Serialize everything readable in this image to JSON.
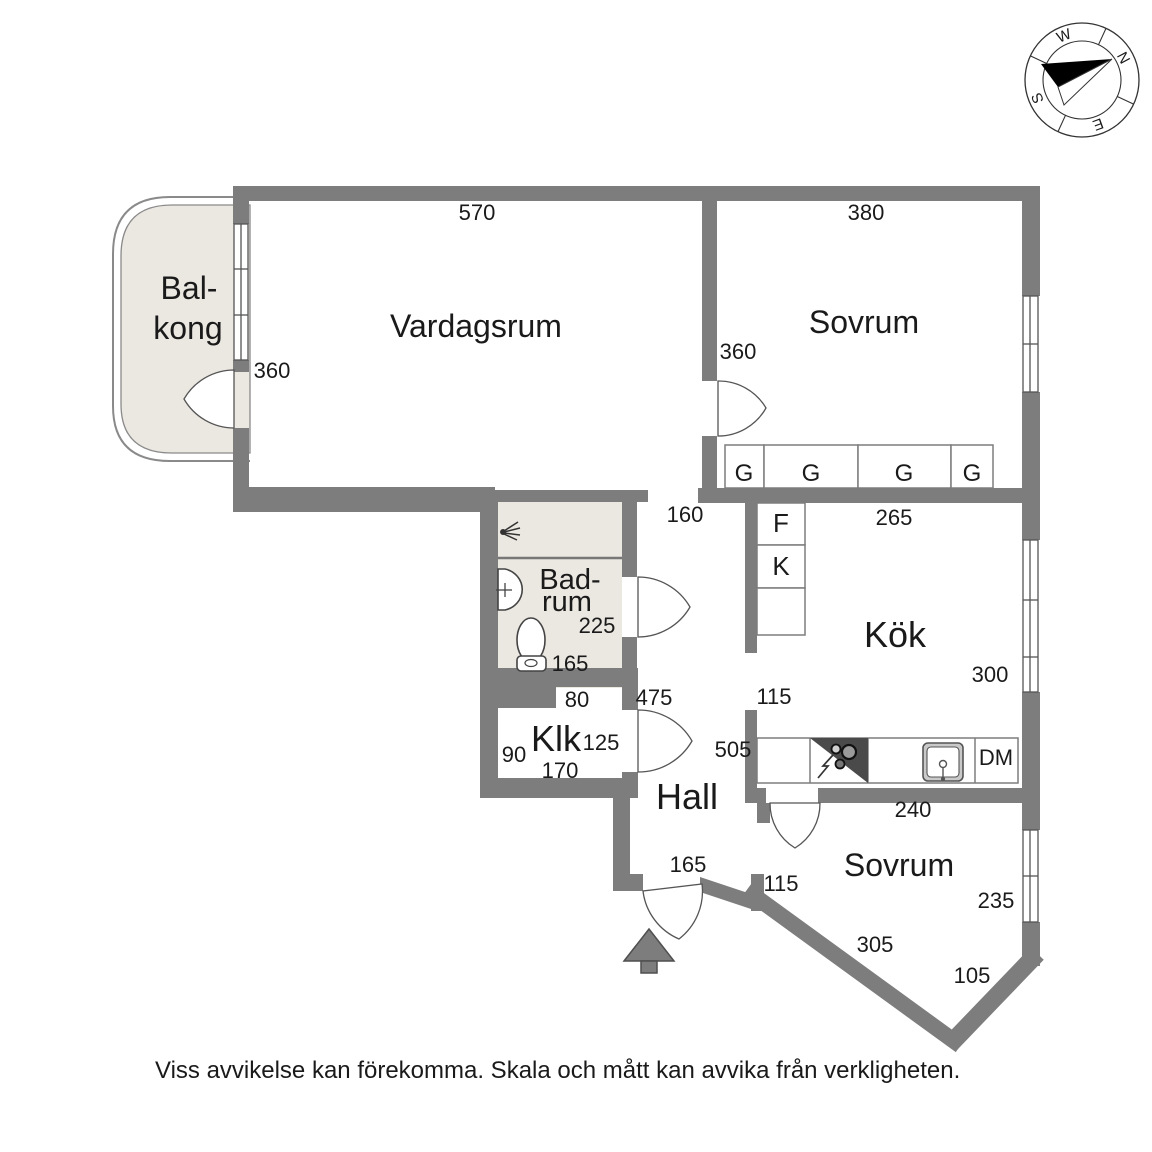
{
  "compass": {
    "n": "N",
    "e": "E",
    "s": "S",
    "w": "W"
  },
  "rooms": {
    "balcony": {
      "name_line1": "Bal-",
      "name_line2": "kong"
    },
    "living_room": {
      "name": "Vardagsrum",
      "dim_top": "570",
      "dim_balcony_door": "360"
    },
    "bedroom_top": {
      "name": "Sovrum",
      "dim_top": "380",
      "dim_door": "360"
    },
    "bathroom": {
      "name_line1": "Bad-",
      "name_line2": "rum",
      "dim_depth": "225",
      "dim_width": "165"
    },
    "closet": {
      "name": "Klk",
      "dim_top": "80",
      "dim_mid": "125",
      "dim_left": "90",
      "dim_bottom": "170"
    },
    "hall": {
      "name": "Hall",
      "dim_top_opening": "160",
      "dim_length": "475",
      "dim_side": "505",
      "dim_entrance": "165"
    },
    "kitchen": {
      "name": "Kök",
      "dim_top": "265",
      "dim_right": "300",
      "dim_opening": "115"
    },
    "bedroom_bottom": {
      "name": "Sovrum",
      "dim_top": "240",
      "dim_door": "115",
      "dim_right": "235",
      "dim_diagonal": "305",
      "dim_corner": "105"
    }
  },
  "fixtures": {
    "wardrobes": [
      "G",
      "G",
      "G",
      "G"
    ],
    "fridge": "F",
    "freezer": "K",
    "dishwasher": "DM"
  },
  "footer": {
    "disclaimer": "Viss avvikelse kan förekomma. Skala och mått kan avvika från verkligheten."
  },
  "colors": {
    "wall": "#7d7d7d",
    "area_fill": "#ebe7e1",
    "line": "#4d4d4d"
  }
}
